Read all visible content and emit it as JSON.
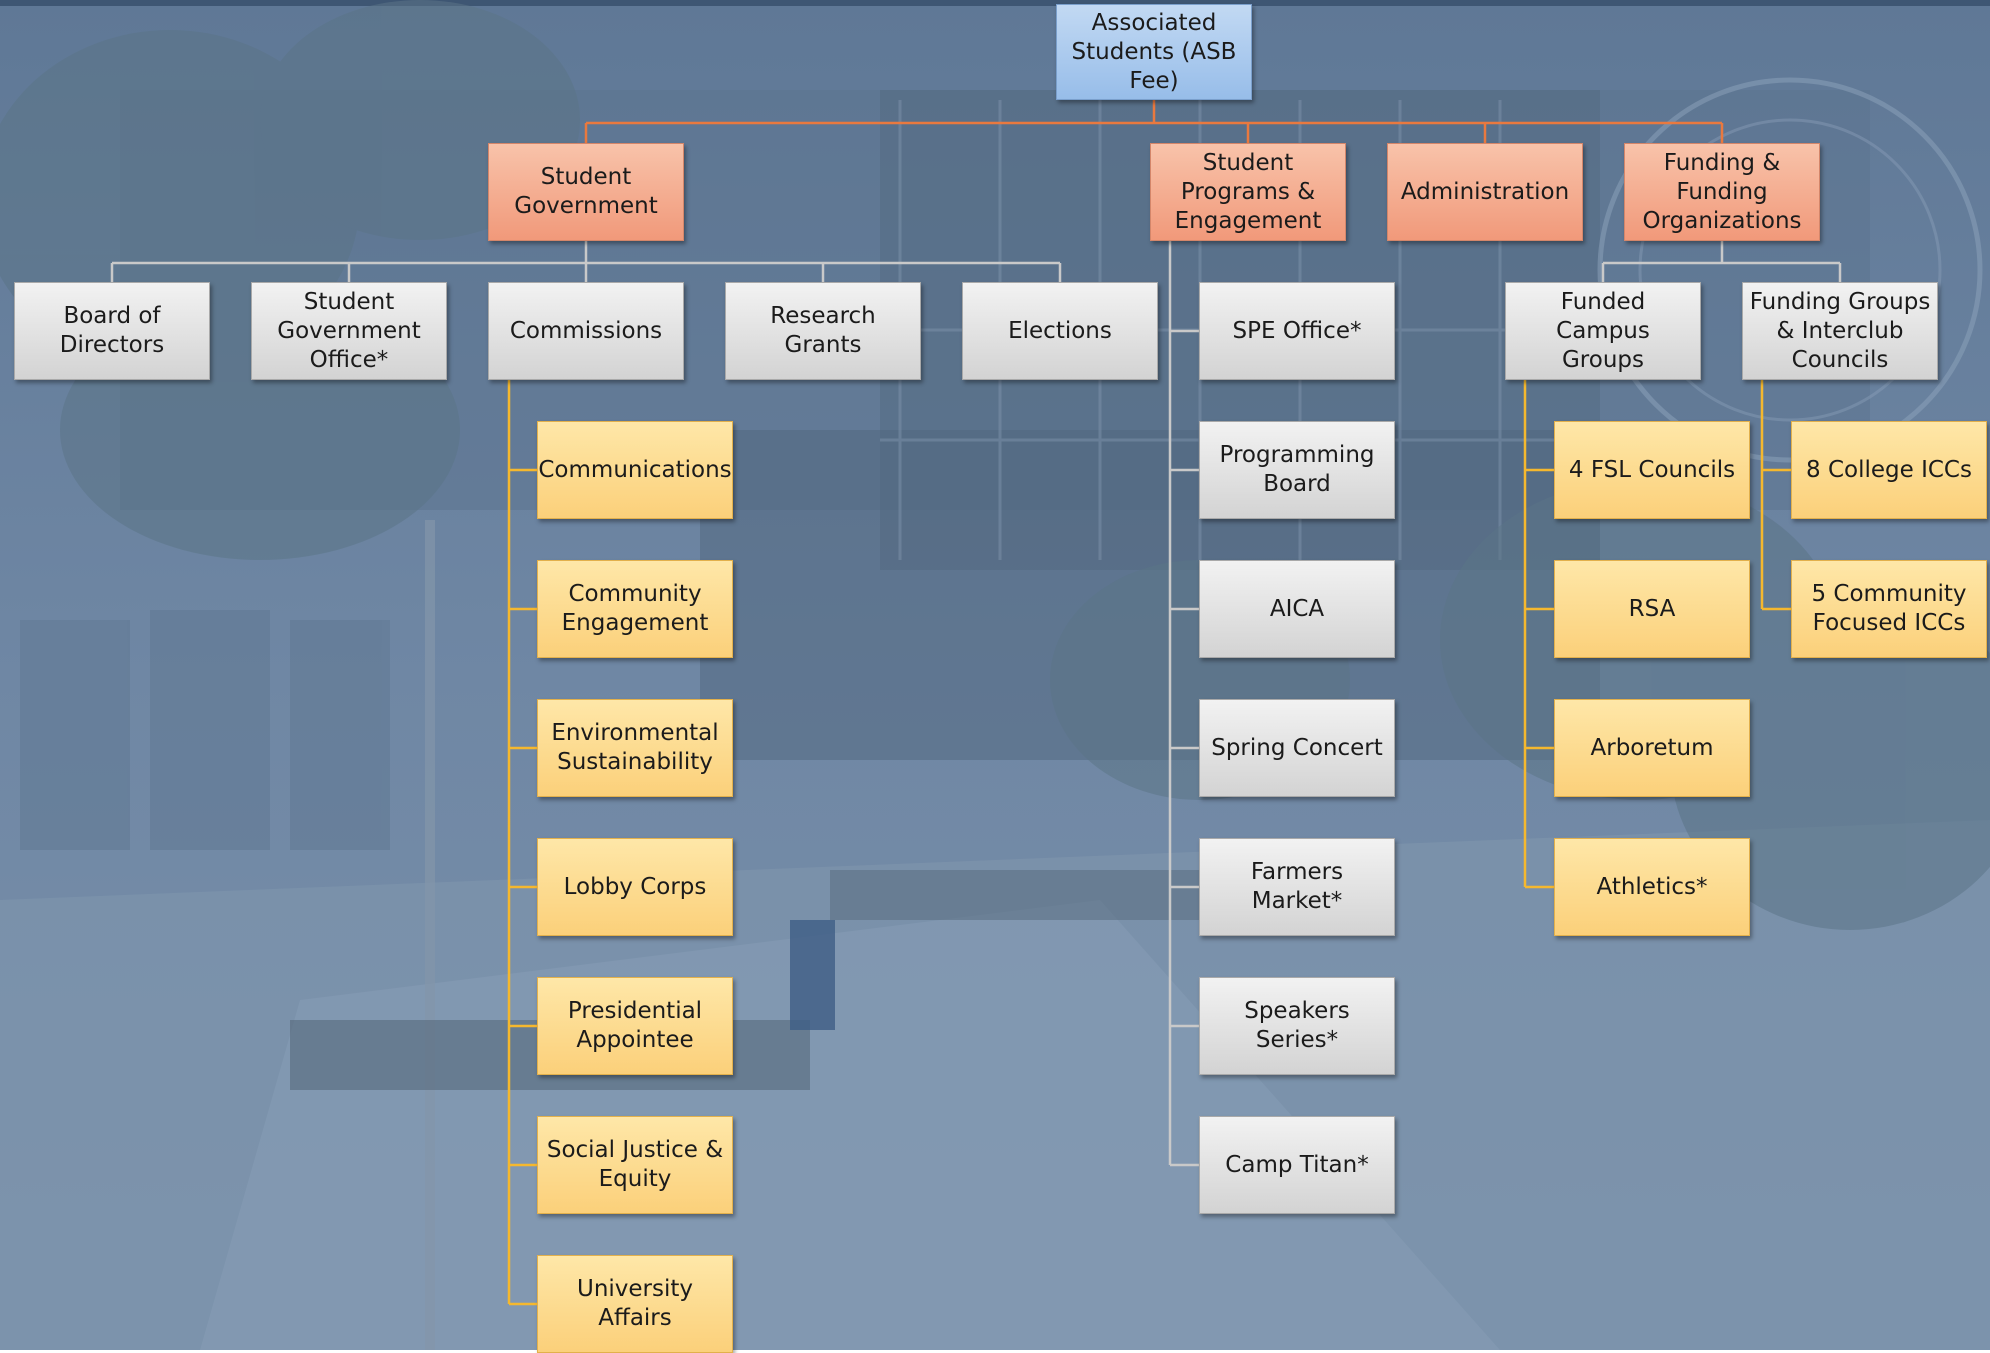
{
  "root": {
    "label": "Associated\nStudents (ASB\nFee)"
  },
  "level1": [
    {
      "id": "student-government",
      "label": "Student\nGovernment"
    },
    {
      "id": "spe",
      "label": "Student\nPrograms &\nEngagement"
    },
    {
      "id": "administration",
      "label": "Administration"
    },
    {
      "id": "funding",
      "label": "Funding &\nFunding\nOrganizations"
    }
  ],
  "student_government_children": [
    {
      "id": "board-of-directors",
      "label": "Board of\nDirectors"
    },
    {
      "id": "sg-office",
      "label": "Student\nGovernment\nOffice*"
    },
    {
      "id": "commissions",
      "label": "Commissions"
    },
    {
      "id": "research-grants",
      "label": "Research Grants"
    },
    {
      "id": "elections",
      "label": "Elections"
    }
  ],
  "commissions": [
    "Communications",
    "Community\nEngagement",
    "Environmental\nSustainability",
    "Lobby Corps",
    "Presidential\nAppointee",
    "Social Justice &\nEquity",
    "University Affairs"
  ],
  "spe_children": [
    "SPE Office*",
    "Programming\nBoard",
    "AICA",
    "Spring Concert",
    "Farmers Market*",
    "Speakers Series*",
    "Camp Titan*"
  ],
  "funding_children": [
    {
      "id": "funded-campus-groups",
      "label": "Funded Campus\nGroups"
    },
    {
      "id": "funding-groups-icc",
      "label": "Funding Groups\n& Interclub\nCouncils"
    }
  ],
  "funded_campus_groups": [
    "4 FSL Councils",
    "RSA",
    "Arboretum",
    "Athletics*"
  ],
  "interclub_councils": [
    "8 College ICCs",
    "5 Community\nFocused ICCs"
  ],
  "colors": {
    "background": "#6e86a3",
    "connector_orange": "#e9793f",
    "connector_gray": "#c9c9c9",
    "connector_gold": "#f5b82e"
  }
}
